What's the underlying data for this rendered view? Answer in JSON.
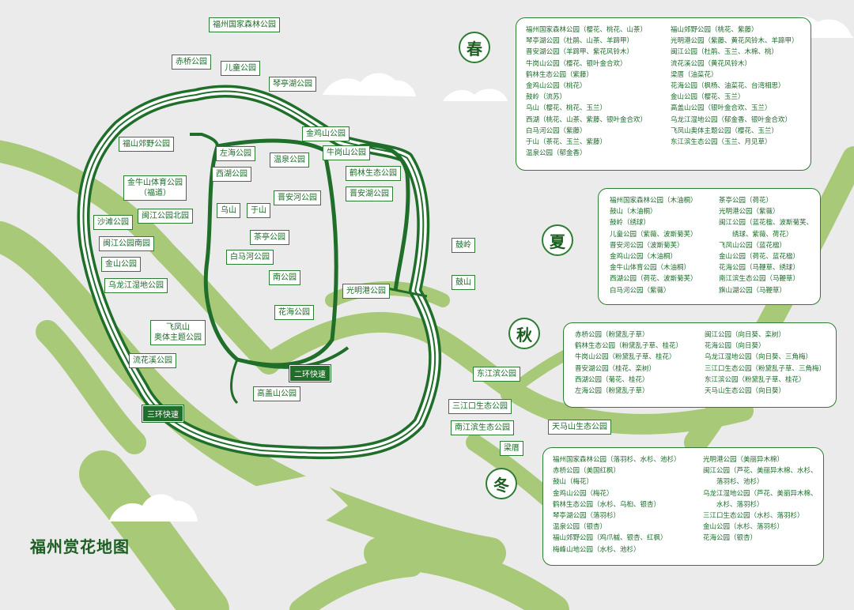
{
  "title": "福州赏花地图",
  "colors": {
    "background": "#ebebeb",
    "river": "#a8c978",
    "road": "#1f6e2a",
    "text": "#1d6b2a"
  },
  "highways": {
    "inner": "二环快速",
    "outer": "三环快速"
  },
  "parks": [
    {
      "id": "national-forest",
      "label": "福州国家森林公园"
    },
    {
      "id": "chiqiao",
      "label": "赤桥公园"
    },
    {
      "id": "ertong",
      "label": "儿童公园"
    },
    {
      "id": "qintinghu",
      "label": "琴亭湖公园"
    },
    {
      "id": "jinjishan",
      "label": "金鸡山公园"
    },
    {
      "id": "fushan-jiaoye",
      "label": "福山郊野公园"
    },
    {
      "id": "zuohai",
      "label": "左海公园"
    },
    {
      "id": "wenquan",
      "label": "温泉公园"
    },
    {
      "id": "niugangshan",
      "label": "牛岗山公园"
    },
    {
      "id": "helin",
      "label": "鹤林生态公园"
    },
    {
      "id": "xihu",
      "label": "西湖公园"
    },
    {
      "id": "jinniushan",
      "label": "金牛山体育公园\n（福道）"
    },
    {
      "id": "jinanhe",
      "label": "晋安河公园"
    },
    {
      "id": "jinan",
      "label": "晋安湖公园"
    },
    {
      "id": "wushan",
      "label": "乌山"
    },
    {
      "id": "yushan",
      "label": "于山"
    },
    {
      "id": "minjiang-north",
      "label": "闽江公园北园"
    },
    {
      "id": "shatan",
      "label": "沙滩公园"
    },
    {
      "id": "chating",
      "label": "茶亭公园"
    },
    {
      "id": "guling",
      "label": "鼓岭"
    },
    {
      "id": "minjiang-south",
      "label": "闽江公园南园"
    },
    {
      "id": "baimahe",
      "label": "白马河公园"
    },
    {
      "id": "jinshan",
      "label": "金山公园"
    },
    {
      "id": "nan",
      "label": "南公园"
    },
    {
      "id": "gushan",
      "label": "鼓山"
    },
    {
      "id": "wulongjiang",
      "label": "乌龙江湿地公园"
    },
    {
      "id": "guangminggang",
      "label": "光明港公园"
    },
    {
      "id": "huahai",
      "label": "花海公园"
    },
    {
      "id": "feifengshan",
      "label": "飞凤山\n奥体主题公园"
    },
    {
      "id": "liuhuaxi",
      "label": "流花溪公园"
    },
    {
      "id": "dongjiangbin",
      "label": "东江滨公园"
    },
    {
      "id": "gaogaishan",
      "label": "高盖山公园"
    },
    {
      "id": "sanjiangkou",
      "label": "三江口生态公园"
    },
    {
      "id": "tianmashan",
      "label": "天马山生态公园"
    },
    {
      "id": "nanjiangbin",
      "label": "南江滨生态公园"
    },
    {
      "id": "liangcuo",
      "label": "梁厝"
    }
  ],
  "seasons": [
    {
      "name": "春",
      "col1": [
        "福州国家森林公园（樱花、桃花、山茶）",
        "琴亭湖公园（杜鹃、山茶、羊蹄甲）",
        "晋安湖公园（羊蹄甲、紫花风铃木）",
        "牛岗山公园（樱花、银叶金合欢）",
        "鹤林生态公园（紫藤）",
        "金鸡山公园（桃花）",
        "鼓岭（流苏）",
        "乌山（樱花、桃花、玉兰）",
        "西湖（桃花、山茶、紫藤、银叶金合欢）",
        "白马河公园（紫藤）",
        "于山（茶花、玉兰、紫藤）",
        "温泉公园（郁金香）"
      ],
      "col2": [
        "福山郊野公园（桃花、紫藤）",
        "光明港公园（紫藤、黄花风铃木、羊蹄甲）",
        "闽江公园（杜鹃、玉兰、木棉、桃）",
        "流花溪公园（黄花风铃木）",
        "梁厝（油菜花）",
        "花海公园（枫杨、油菜花、台湾相思）",
        "金山公园（樱花、玉兰）",
        "高盖山公园（银叶金合欢、玉兰）",
        "乌龙江湿地公园（郁金香、银叶金合欢）",
        "飞凤山奥体主题公园（樱花、玉兰）",
        "东江滨生态公园（玉兰、月见草）"
      ]
    },
    {
      "name": "夏",
      "col1": [
        "福州国家森林公园（木油桐）",
        "鼓山（木油桐）",
        "鼓岭（绣球）",
        "儿童公园（紫薇、波斯菊芙）",
        "晋安河公园（波斯菊芙）",
        "金鸡山公园（木油桐）",
        "金牛山体育公园（木油桐）",
        "西湖公园（荷花、波斯菊芙）",
        "白马河公园（紫薇）"
      ],
      "col2": [
        "茶亭公园（荷花）",
        "光明港公园（紫薇）",
        "闽江公园（蓝花楹、波斯菊芙、",
        "　　绣球、紫薇、荷花）",
        "飞凤山公园（蓝花楹）",
        "金山公园（荷花、蓝花楹）",
        "花海公园（马鞭草、绣球）",
        "南江滨生态公园（马鞭草）",
        "旗山湖公园（马鞭草）"
      ]
    },
    {
      "name": "秋",
      "col1": [
        "赤桥公园（粉黛乱子草）",
        "鹤林生态公园（粉黛乱子草、桂花）",
        "牛岗山公园（粉黛乱子草、桂花）",
        "晋安湖公园（桂花、栾树）",
        "西湖公园（菊花、桂花）",
        "左海公园（粉黛乱子草）"
      ],
      "col2": [
        "闽江公园（向日葵、栾树）",
        "花海公园（向日葵）",
        "乌龙江湿地公园（向日葵、三角梅）",
        "三江口生态公园（粉黛乱子草、三角梅）",
        "东江滨公园（粉黛乱子草、桂花）",
        "天马山生态公园（向日葵）"
      ]
    },
    {
      "name": "冬",
      "col1": [
        "福州国家森林公园（落羽杉、水杉、池杉）",
        "赤桥公园（美国红枫）",
        "鼓山（梅花）",
        "金鸡山公园（梅花）",
        "鹤林生态公园（水杉、乌桕、银杏）",
        "琴亭湖公园（落羽杉）",
        "温泉公园（银杏）",
        "福山郊野公园（鸡爪槭、银杏、红枫）",
        "梅峰山地公园（水杉、池杉）"
      ],
      "col2": [
        "光明港公园（美丽异木棉）",
        "闽江公园（芦花、美丽异木棉、水杉、",
        "　　落羽杉、池杉）",
        "乌龙江湿地公园（芦花、美丽异木棉、",
        "　　水杉、落羽杉）",
        "三江口生态公园（水杉、落羽杉）",
        "金山公园（水杉、落羽杉）",
        "花海公园（银杏）"
      ]
    }
  ]
}
